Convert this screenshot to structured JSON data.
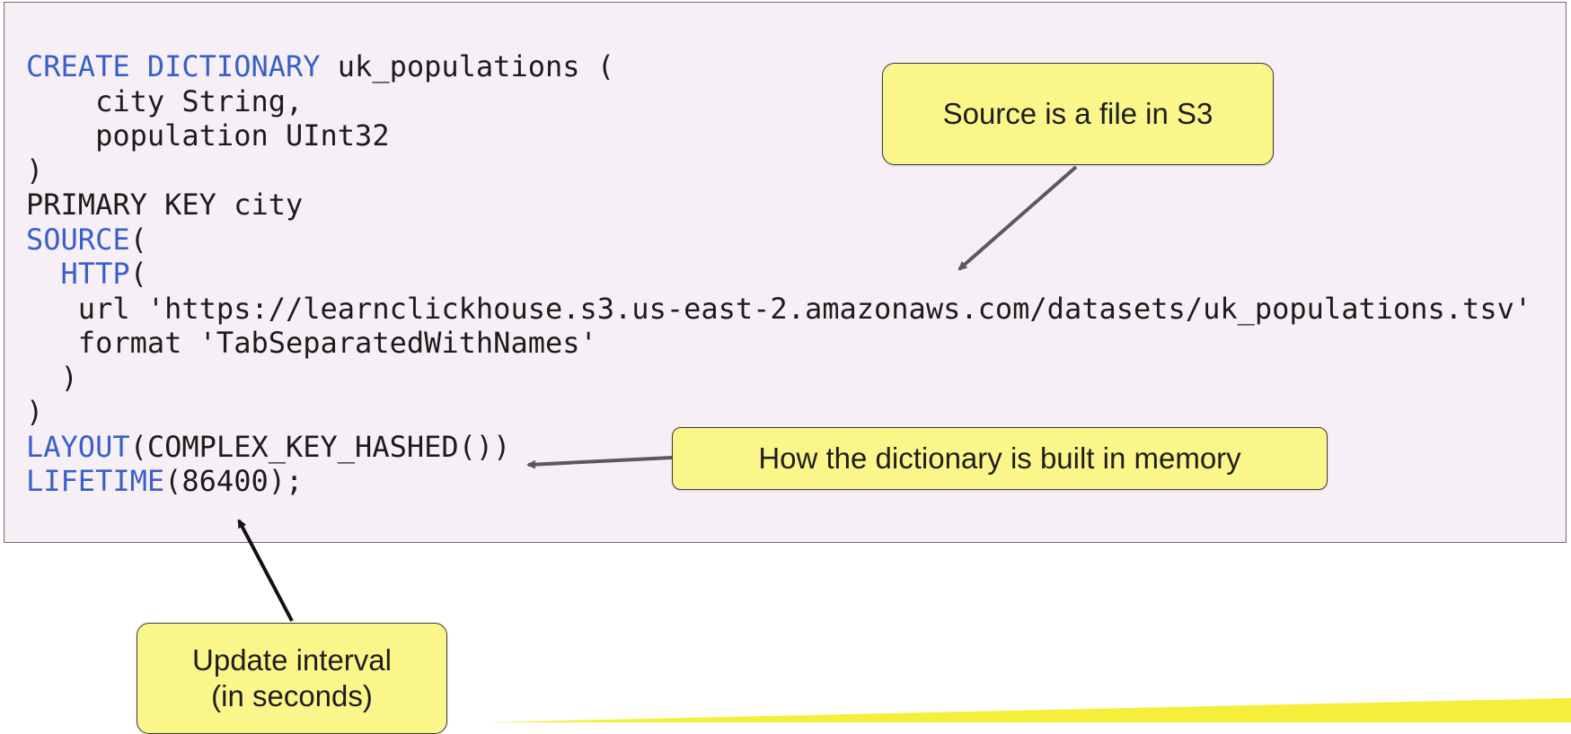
{
  "code": {
    "lines": [
      [
        {
          "t": "CREATE DICTIONARY",
          "k": true
        },
        {
          "t": " uk_populations (",
          "k": false
        }
      ],
      [
        {
          "t": "    city String,",
          "k": false
        }
      ],
      [
        {
          "t": "    population UInt32",
          "k": false
        }
      ],
      [
        {
          "t": ")",
          "k": false
        }
      ],
      [
        {
          "t": "PRIMARY KEY city",
          "k": false
        }
      ],
      [
        {
          "t": "SOURCE",
          "k": true
        },
        {
          "t": "(",
          "k": false
        }
      ],
      [
        {
          "t": "  HTTP",
          "k": true
        },
        {
          "t": "(",
          "k": false
        }
      ],
      [
        {
          "t": "   url 'https://learnclickhouse.s3.us-east-2.amazonaws.com/datasets/uk_populations.tsv'",
          "k": false
        }
      ],
      [
        {
          "t": "   format 'TabSeparatedWithNames'",
          "k": false
        }
      ],
      [
        {
          "t": "  )",
          "k": false
        }
      ],
      [
        {
          "t": ")",
          "k": false
        }
      ],
      [
        {
          "t": "LAYOUT",
          "k": true
        },
        {
          "t": "(COMPLEX_KEY_HASHED())",
          "k": false
        }
      ],
      [
        {
          "t": "LIFETIME",
          "k": true
        },
        {
          "t": "(86400);",
          "k": false
        }
      ]
    ]
  },
  "callouts": {
    "source": "Source is a file in S3",
    "layout": "How the dictionary is built in memory",
    "update_line1": "Update interval",
    "update_line2": "(in seconds)"
  },
  "colors": {
    "keyword": "#3a5fc8",
    "callout_fill": "#fbf68a",
    "panel_bg": "#f6f0f6",
    "accent_stripe": "#f5ee3a"
  }
}
